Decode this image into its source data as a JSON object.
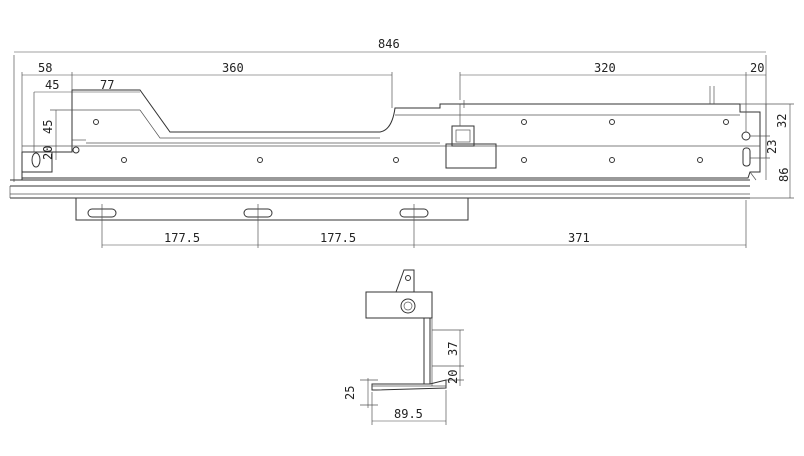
{
  "dimensions": {
    "total_length": "846",
    "left_offset": "58",
    "left_inner": "45",
    "notch_width": "77",
    "top_span": "360",
    "right_span": "320",
    "right_end": "20",
    "right_height_top": "32",
    "right_height_mid": "23",
    "right_height_total": "86",
    "left_height": "45",
    "left_small": "20",
    "slot_pitch_1": "177.5",
    "slot_pitch_2": "177.5",
    "slot_end": "371",
    "bracket_height": "37",
    "bracket_offset": "20",
    "bracket_flange": "25",
    "bracket_width": "89.5"
  }
}
